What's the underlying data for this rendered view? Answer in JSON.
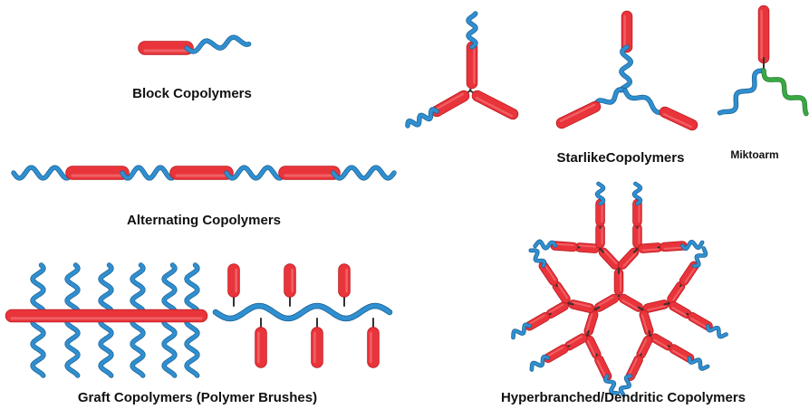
{
  "labels": {
    "block": "Block Copolymers",
    "starlike": "StarlikeCopolymers",
    "miktoarm": "Miktoarm",
    "alternating": "Alternating Copolymers",
    "graft": "Graft Copolymers (Polymer Brushes)",
    "hyperbranched": "Hyperbranched/Dendritic Copolymers"
  },
  "colors": {
    "rod": "#e8343a",
    "rod_dark": "#b8171f",
    "coil": "#2f8fd0",
    "coil_dark": "#1a5f91",
    "miktoarm_coil": "#3aa845",
    "junction": "#333333"
  }
}
